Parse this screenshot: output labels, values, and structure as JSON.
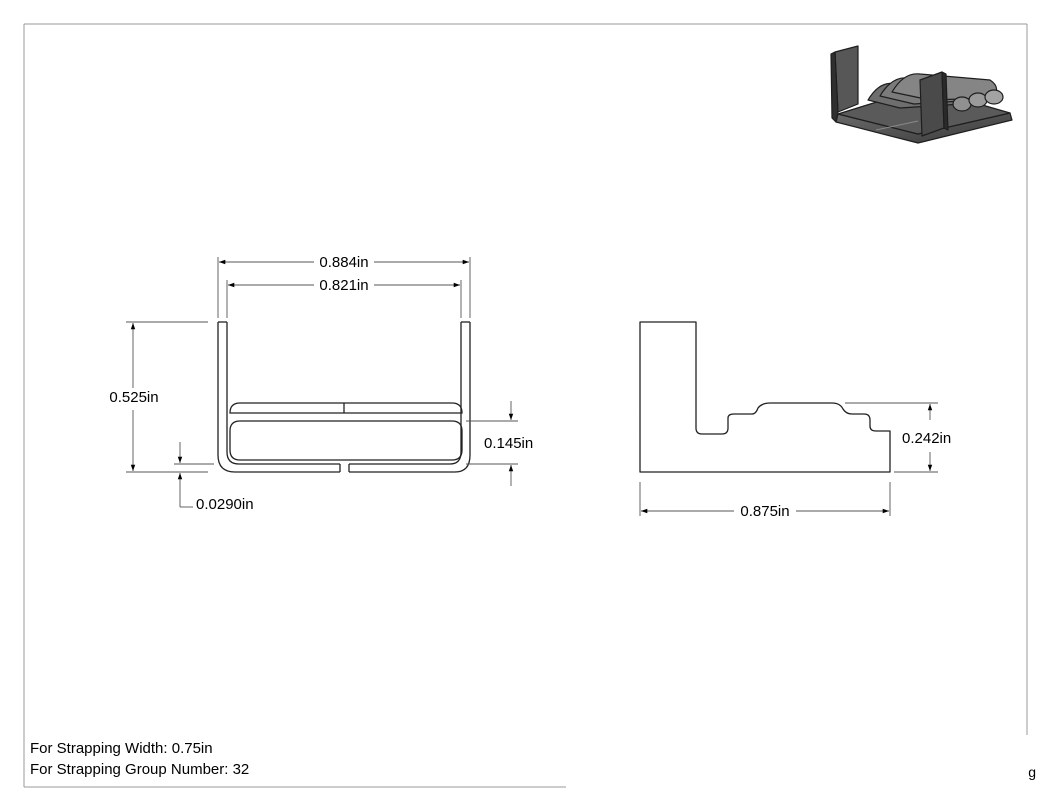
{
  "drawing": {
    "front_view": {
      "overall_width": "0.884in",
      "inner_width": "0.821in",
      "height": "0.525in",
      "bottom_thickness": "0.0290in",
      "rib_height": "0.145in"
    },
    "side_view": {
      "length": "0.875in",
      "step_height": "0.242in"
    },
    "notes": {
      "strapping_width": "For Strapping Width: 0.75in",
      "group_number": "For Strapping Group Number: 32"
    },
    "corner_fragment": "g"
  }
}
